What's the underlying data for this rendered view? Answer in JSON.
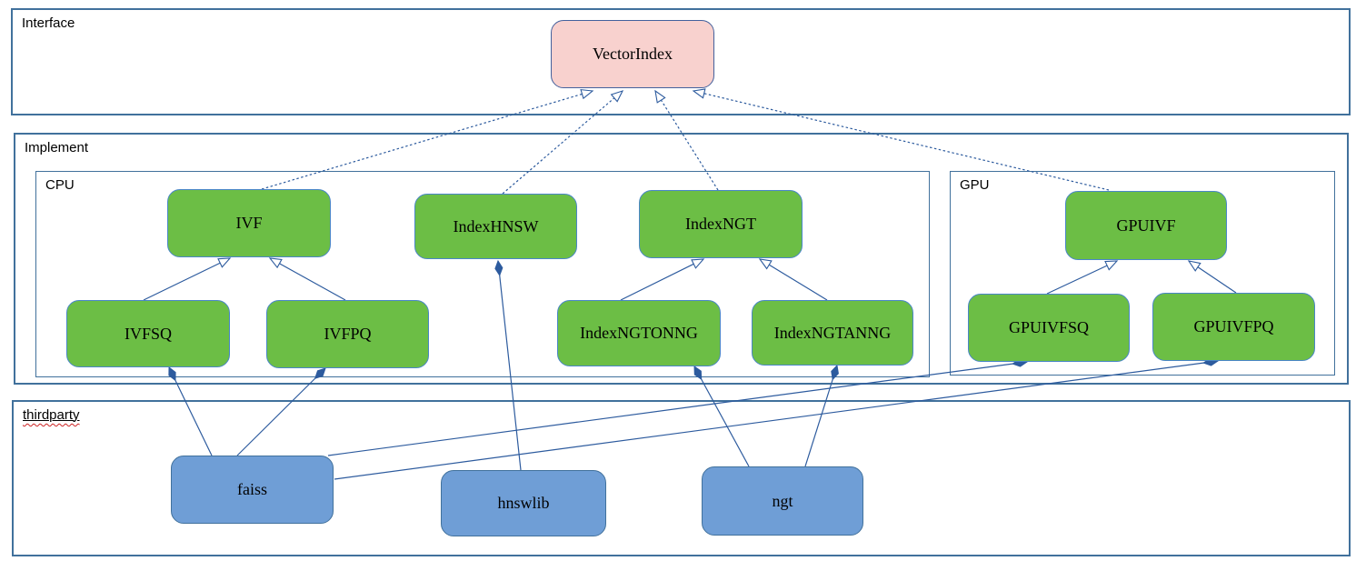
{
  "diagram": {
    "containers": [
      {
        "id": "interface",
        "label": "Interface"
      },
      {
        "id": "implement",
        "label": "Implement"
      },
      {
        "id": "cpu",
        "label": "CPU"
      },
      {
        "id": "gpu",
        "label": "GPU"
      },
      {
        "id": "thirdparty",
        "label": "thirdparty"
      }
    ],
    "nodes": [
      {
        "id": "vectorindex",
        "label": "VectorIndex",
        "kind": "interface",
        "container": "interface"
      },
      {
        "id": "ivf",
        "label": "IVF",
        "kind": "implementation",
        "container": "cpu"
      },
      {
        "id": "indexhnsw",
        "label": "IndexHNSW",
        "kind": "implementation",
        "container": "cpu"
      },
      {
        "id": "indexngt",
        "label": "IndexNGT",
        "kind": "implementation",
        "container": "cpu"
      },
      {
        "id": "ivfsq",
        "label": "IVFSQ",
        "kind": "implementation",
        "container": "cpu"
      },
      {
        "id": "ivfpq",
        "label": "IVFPQ",
        "kind": "implementation",
        "container": "cpu"
      },
      {
        "id": "indexngtonng",
        "label": "IndexNGTONNG",
        "kind": "implementation",
        "container": "cpu"
      },
      {
        "id": "indexngtanng",
        "label": "IndexNGTANNG",
        "kind": "implementation",
        "container": "cpu"
      },
      {
        "id": "gpuivf",
        "label": "GPUIVF",
        "kind": "implementation",
        "container": "gpu"
      },
      {
        "id": "gpuivfsq",
        "label": "GPUIVFSQ",
        "kind": "implementation",
        "container": "gpu"
      },
      {
        "id": "gpuivfpq",
        "label": "GPUIVFPQ",
        "kind": "implementation",
        "container": "gpu"
      },
      {
        "id": "faiss",
        "label": "faiss",
        "kind": "thirdparty",
        "container": "thirdparty"
      },
      {
        "id": "hnswlib",
        "label": "hnswlib",
        "kind": "thirdparty",
        "container": "thirdparty"
      },
      {
        "id": "ngt",
        "label": "ngt",
        "kind": "thirdparty",
        "container": "thirdparty"
      }
    ],
    "edges": [
      {
        "from": "ivf",
        "to": "vectorindex",
        "type": "realization"
      },
      {
        "from": "indexhnsw",
        "to": "vectorindex",
        "type": "realization"
      },
      {
        "from": "indexngt",
        "to": "vectorindex",
        "type": "realization"
      },
      {
        "from": "gpuivf",
        "to": "vectorindex",
        "type": "realization"
      },
      {
        "from": "ivfsq",
        "to": "ivf",
        "type": "inheritance"
      },
      {
        "from": "ivfpq",
        "to": "ivf",
        "type": "inheritance"
      },
      {
        "from": "indexngtonng",
        "to": "indexngt",
        "type": "inheritance"
      },
      {
        "from": "indexngtanng",
        "to": "indexngt",
        "type": "inheritance"
      },
      {
        "from": "gpuivfsq",
        "to": "gpuivf",
        "type": "inheritance"
      },
      {
        "from": "gpuivfpq",
        "to": "gpuivf",
        "type": "inheritance"
      },
      {
        "from": "faiss",
        "to": "ivfsq",
        "type": "composition"
      },
      {
        "from": "faiss",
        "to": "ivfpq",
        "type": "composition"
      },
      {
        "from": "faiss",
        "to": "gpuivfsq",
        "type": "composition"
      },
      {
        "from": "faiss",
        "to": "gpuivfpq",
        "type": "composition"
      },
      {
        "from": "hnswlib",
        "to": "indexhnsw",
        "type": "composition"
      },
      {
        "from": "ngt",
        "to": "indexngtonng",
        "type": "composition"
      },
      {
        "from": "ngt",
        "to": "indexngtanng",
        "type": "composition"
      }
    ],
    "colors": {
      "interface_fill": "#f8d1ce",
      "interface_border": "#44619d",
      "implementation_fill": "#6cbe45",
      "implementation_border": "#4a86c8",
      "thirdparty_fill": "#6f9ed6",
      "thirdparty_border": "#41719c",
      "container_border": "#41719c",
      "connector": "#2d5b9e",
      "spellcheck_underline": "#cc2222",
      "background": "#ffffff"
    }
  }
}
